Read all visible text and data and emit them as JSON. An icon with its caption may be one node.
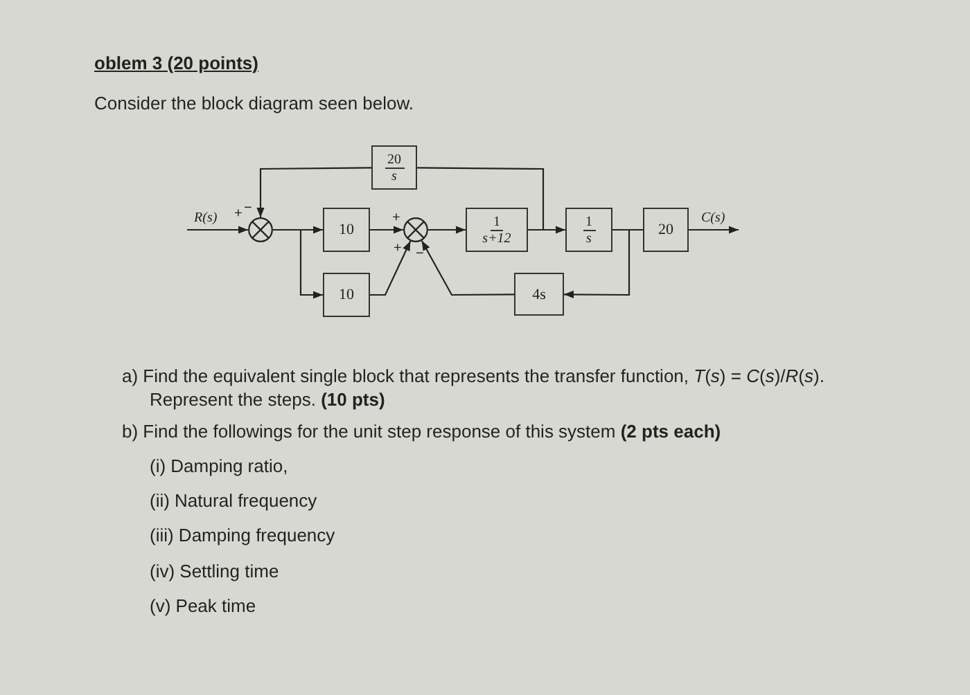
{
  "diagram": {
    "title": "oblem 3 (20 points)",
    "nodes": [
      {
        "text": [
          "20",
          "s"
        ]
      },
      {
        "text": [],
        "shape": "circle"
      },
      {
        "text": [
          "10"
        ]
      },
      {
        "text": [],
        "shape": "circle"
      },
      {
        "text": [
          "1",
          "s+12"
        ]
      },
      {
        "text": [
          "1",
          "s"
        ]
      },
      {
        "text": [
          "20"
        ]
      },
      {
        "text": [
          "10"
        ]
      },
      {
        "text": [
          "4s"
        ]
      }
    ],
    "edges": [
      {
        "from": null,
        "to": 1,
        "arrow": "to",
        "label": "R(s)"
      },
      {
        "from": 1,
        "to": 2,
        "arrow": "to"
      },
      {
        "from": 1,
        "to": 7,
        "arrow": "to"
      },
      {
        "from": 2,
        "to": 3,
        "arrow": "to"
      },
      {
        "from": 7,
        "to": 3,
        "arrow": "to"
      },
      {
        "from": 8,
        "to": 3,
        "arrow": "to"
      },
      {
        "from": 3,
        "to": 4,
        "arrow": "to"
      },
      {
        "from": 4,
        "to": 5,
        "arrow": "to"
      },
      {
        "from": 4,
        "to": 0,
        "arrow": "none"
      },
      {
        "from": 0,
        "to": 1,
        "arrow": "to"
      },
      {
        "from": 5,
        "to": 6,
        "arrow": "none"
      },
      {
        "from": 5,
        "to": 8,
        "arrow": "to"
      },
      {
        "from": 6,
        "to": null,
        "arrow": "to",
        "label": "C(s)"
      }
    ],
    "labels": [
      "Consider the block diagram seen below.",
      "+",
      "−",
      "+",
      "+",
      "−",
      "a) Find the equivalent single block that represents the transfer function, *T*(*s*) = *C*(*s*)/*R*(*s*). Represent the steps. **(10 pts)**",
      "b) Find the followings for the unit step response of this system **(2 pts each)**",
      "(i) Damping ratio,",
      "(ii) Natural frequency",
      "(iii) Damping frequency",
      "(iv) Settling time",
      "(v) Peak time"
    ]
  }
}
